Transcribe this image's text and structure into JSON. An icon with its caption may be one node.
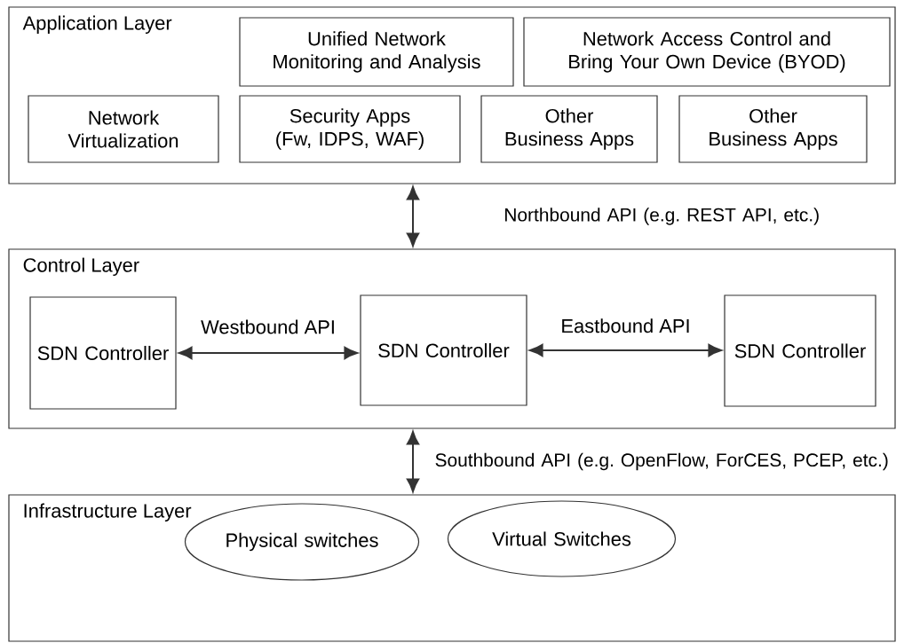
{
  "diagram": {
    "nodes": [
      {
        "text": [
          "Application Layer"
        ]
      },
      {
        "text": [
          "Unified Network Monitoring and Analysis"
        ],
        "in": 0
      },
      {
        "text": [
          "Network Access Control and Bring Your Own Device (BYOD)"
        ],
        "in": 0
      },
      {
        "text": [
          "Network Virtualization"
        ],
        "in": 0
      },
      {
        "text": [
          "Security Apps (Fw, IDPS, WAF)"
        ],
        "in": 0
      },
      {
        "text": [
          "Other Business Apps"
        ],
        "in": 0
      },
      {
        "text": [
          "Other Business Apps"
        ],
        "in": 0
      },
      {
        "text": [
          "Control Layer"
        ]
      },
      {
        "text": [
          "SDN Controller"
        ],
        "in": 7
      },
      {
        "text": [
          "SDN Controller"
        ],
        "in": 7
      },
      {
        "text": [
          "SDN Controller"
        ],
        "in": 7
      },
      {
        "text": [
          "Infrastructure Layer"
        ]
      },
      {
        "text": [
          "Physical switches"
        ],
        "in": 11
      },
      {
        "text": [
          "Virtual Switches"
        ],
        "in": 11
      }
    ],
    "edges": [
      {
        "from": 0,
        "to": 7,
        "arrow": "both",
        "label": "Northbound API (e.g. REST API, etc.)"
      },
      {
        "from": 8,
        "to": 9,
        "arrow": "both",
        "label": "Westbound API"
      },
      {
        "from": 9,
        "to": 10,
        "arrow": "both",
        "label": "Eastbound API"
      },
      {
        "from": 7,
        "to": 11,
        "arrow": "both",
        "label": "Southbound API (e.g. OpenFlow, ForCES, PCEP, etc.)"
      }
    ]
  }
}
